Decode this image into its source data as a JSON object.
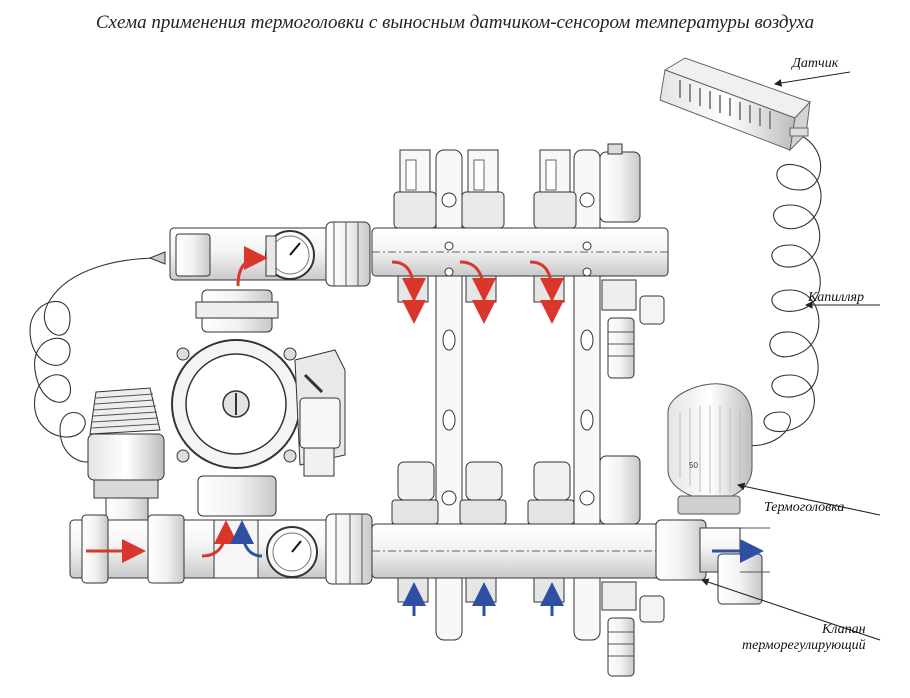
{
  "title": "Схема применения термоголовки с  выносным  датчиком-сенсором  температуры воздуха",
  "labels": {
    "sensor": "Датчик",
    "capillary": "Капилляр",
    "thermohead": "Термоголовка",
    "valve_line1": "Клапан",
    "valve_line2": "терморегулирующий"
  },
  "thermohead_marking": "50",
  "colors": {
    "hot_arrow": "#d9372b",
    "cold_arrow": "#2f4fa3",
    "line": "#222222",
    "metal_light": "#f2f2f2",
    "metal_shade": "#cfcfcf"
  }
}
